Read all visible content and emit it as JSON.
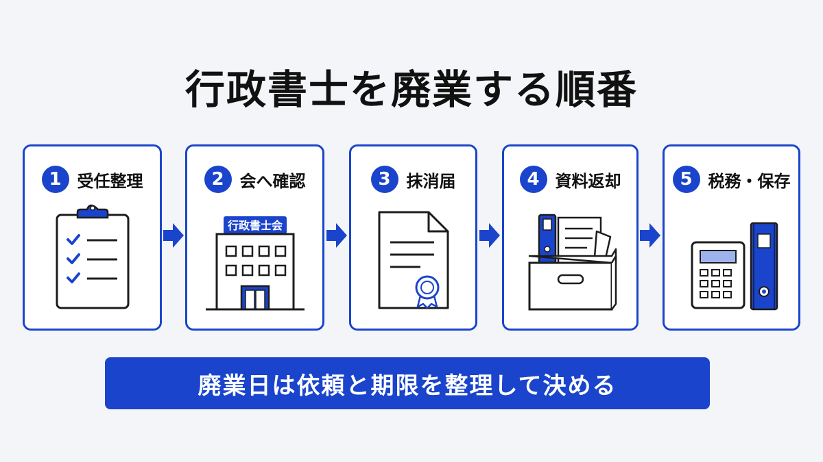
{
  "title": "行政書士を廃業する順番",
  "steps": [
    {
      "number": "1",
      "label": "受任整理",
      "icon": "clipboard-checklist-icon"
    },
    {
      "number": "2",
      "label": "会へ確認",
      "icon": "association-building-icon",
      "sign": "行政書士会"
    },
    {
      "number": "3",
      "label": "抹消届",
      "icon": "certificate-document-icon"
    },
    {
      "number": "4",
      "label": "資料返却",
      "icon": "document-box-icon"
    },
    {
      "number": "5",
      "label": "税務・保存",
      "icon": "calculator-binder-icon"
    }
  ],
  "banner": "廃業日は依頼と期限を整理して決める",
  "colors": {
    "accent": "#1a44cc",
    "background": "#f4f5f8",
    "ink": "#1c1c1c"
  }
}
